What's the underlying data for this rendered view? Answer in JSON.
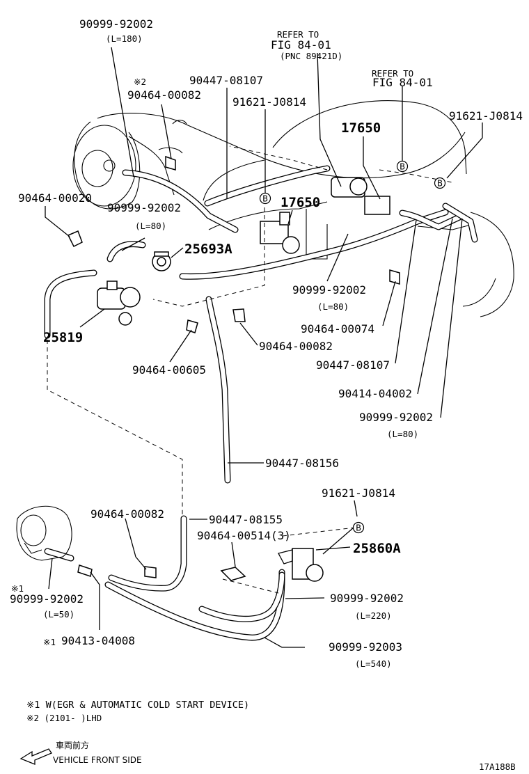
{
  "labels": {
    "p_90999_92002_top": "90999-92002",
    "l180": "(L=180)",
    "mark2_a": "※2",
    "p_90464_00082_a": "90464-00082",
    "p_90447_08107_a": "90447-08107",
    "p_91621_J0814_a": "91621-J0814",
    "refer1_l1": "REFER TO",
    "refer1_l2": "FIG 84-01",
    "refer1_l3": "(PNC 89421D)",
    "refer2_l1": "REFER TO",
    "refer2_l2": "FIG 84-01",
    "p_91621_J0814_b": "91621-J0814",
    "p_17650_a": "17650",
    "p_17650_b": "17650",
    "p_90464_00020": "90464-00020",
    "p_90999_92002_b": "90999-92002",
    "l80_a": "(L=80)",
    "p_25693A": "25693A",
    "p_90999_92002_c": "90999-92002",
    "l80_b": "(L=80)",
    "p_90464_00074": "90464-00074",
    "p_25819": "25819",
    "p_90464_00082_b": "90464-00082",
    "p_90447_08107_b": "90447-08107",
    "p_90464_00605": "90464-00605",
    "p_90414_04002": "90414-04002",
    "p_90999_92002_d": "90999-92002",
    "l80_c": "(L=80)",
    "p_90447_08156": "90447-08156",
    "p_91621_J0814_c": "91621-J0814",
    "p_90464_00082_c": "90464-00082",
    "p_90447_08155": "90447-08155",
    "p_90464_00514": "90464-00514(3)",
    "p_25860A": "25860A",
    "mark1_a": "※1",
    "p_90999_92002_e": "90999-92002",
    "l50": "(L=50)",
    "p_90999_92002_f": "90999-92002",
    "l220": "(L=220)",
    "mark1_b": "※1",
    "p_90413_04008": "90413-04008",
    "p_90999_92003": "90999-92003",
    "l540": "(L=540)",
    "note1": "※1 W(EGR & AUTOMATIC COLD START DEVICE)",
    "note2": "※2 (2101-      )LHD",
    "front_jp": "車両前方",
    "front_en": "VEHICLE FRONT SIDE",
    "fig_code": "17A188B",
    "circle_b": "B"
  }
}
